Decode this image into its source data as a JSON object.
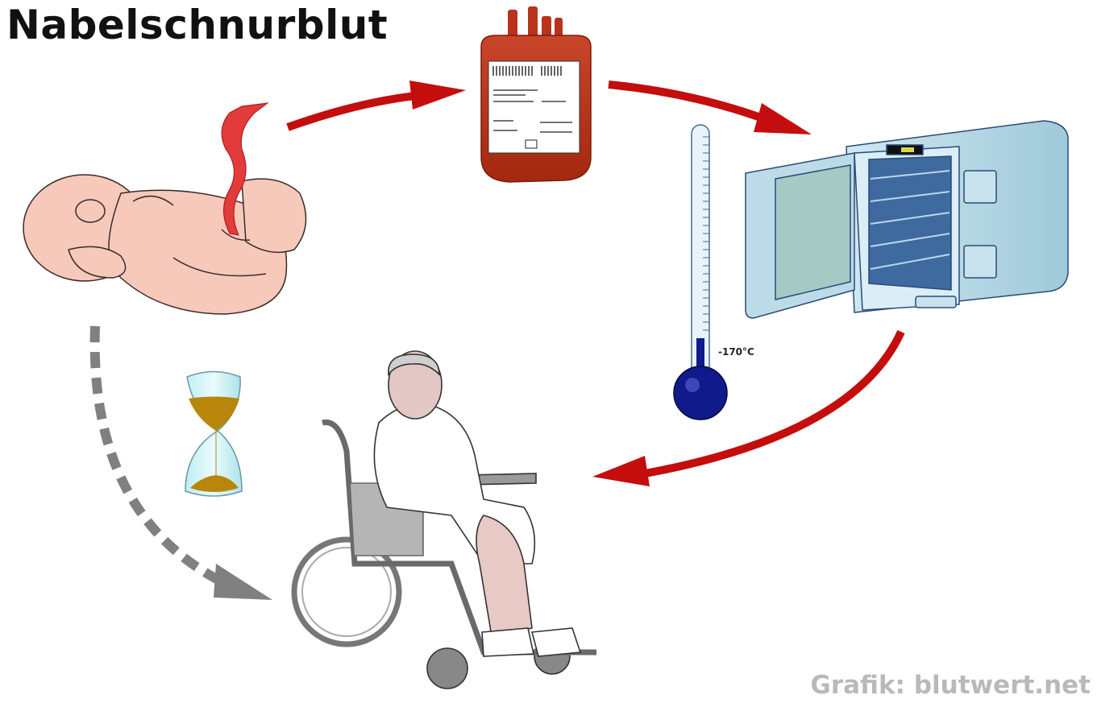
{
  "title": "Nabelschnurblut",
  "thermometer": {
    "label": "-170°C"
  },
  "credit": "Grafik: blutwert.net",
  "colors": {
    "flow_arrow": "#c40d0d",
    "waiting_arrow": "#808080",
    "skin": "#f7c9bb",
    "cord": "#e23b3b",
    "blood_bag": "#b8321c",
    "freezer": "#a9d2e3",
    "thermometer_bulb": "#101a8a",
    "hourglass_sand": "#b8860b"
  },
  "icons": [
    "baby-icon",
    "blood-bag-icon",
    "freezer-icon",
    "thermometer-icon",
    "hourglass-icon",
    "wheelchair-patient-icon"
  ]
}
